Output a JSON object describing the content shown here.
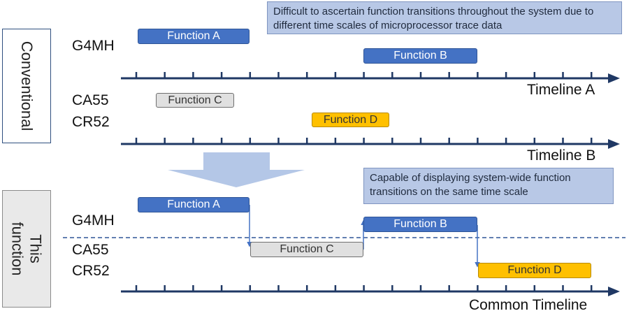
{
  "sections": {
    "conventional": "Conventional",
    "this_function": "This function"
  },
  "notes": {
    "top": "Difficult to ascertain function transitions throughout the system due to different time scales of microprocessor trace data",
    "bottom": "Capable of displaying system-wide function transitions on the same time scale"
  },
  "cpu": {
    "g4mh": "G4MH",
    "ca55": "CA55",
    "cr52": "CR52"
  },
  "functions": {
    "a": "Function A",
    "b": "Function B",
    "c": "Function C",
    "d": "Function D"
  },
  "timelines": {
    "a": "Timeline A",
    "b": "Timeline B",
    "common": "Common Timeline"
  },
  "colors": {
    "navy": "#1f3864",
    "blue": "#4472c4",
    "gray": "#e0e0e0",
    "yellow": "#ffc000",
    "arrow_fill": "#b4c7e7"
  }
}
